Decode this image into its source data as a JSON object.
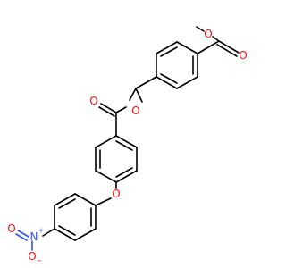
{
  "molecule": {
    "atoms": {
      "o_ether_methyl": "O",
      "o_carbonyl_top": "O",
      "o_carbonyl_mid": "O",
      "o_ester_benzyl": "O",
      "o_diaryl_ether": "O",
      "n_nitro": "N",
      "n_nitro_charge": "+",
      "o_nitro_minus": "O",
      "o_nitro_minus_charge": "−",
      "o_nitro_double": "O"
    },
    "colors": {
      "oxygen": "#ff0d0d",
      "nitrogen": "#3050f8",
      "carbon": "#000000"
    }
  }
}
